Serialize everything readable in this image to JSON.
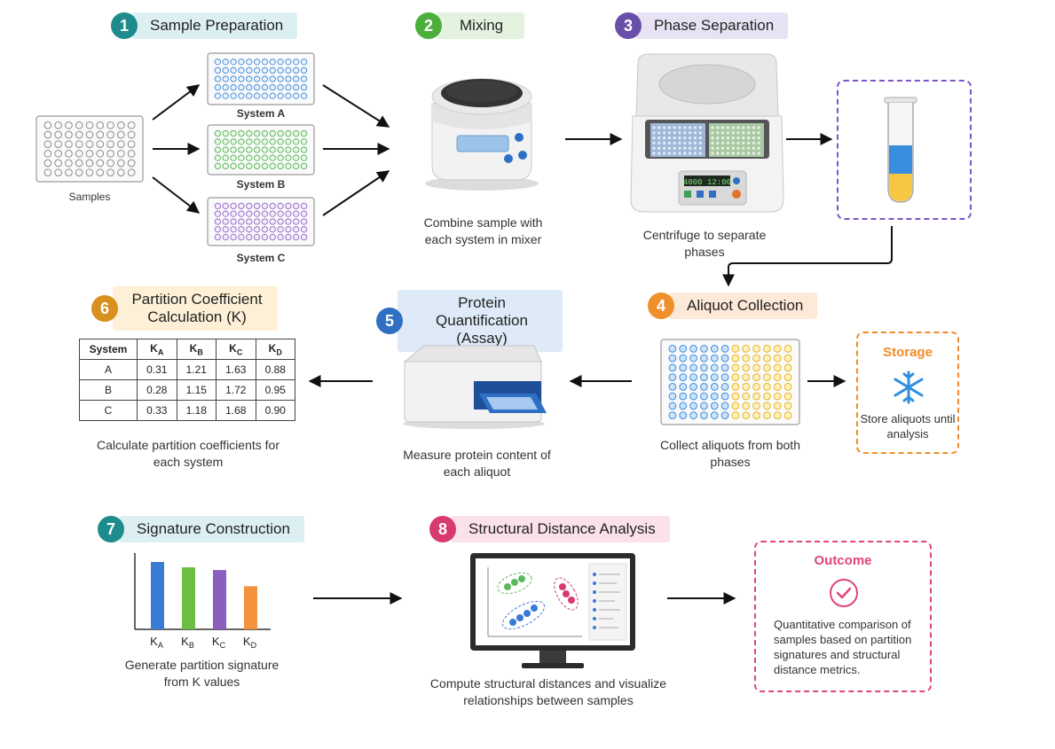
{
  "steps": [
    {
      "num": "1",
      "title": "Sample Preparation",
      "badge_color": "#1e8c8c",
      "pill_color": "#dcf0f3"
    },
    {
      "num": "2",
      "title": "Mixing",
      "badge_color": "#4caf3c",
      "pill_color": "#e3f3df"
    },
    {
      "num": "3",
      "title": "Phase Separation",
      "badge_color": "#6a4fa8",
      "pill_color": "#e8e3f4"
    },
    {
      "num": "4",
      "title": "Aliquot Collection",
      "badge_color": "#f0902a",
      "pill_color": "#fde9d8"
    },
    {
      "num": "5",
      "title": "Protein Quantification (Assay)",
      "badge_color": "#2f6fc4",
      "pill_color": "#deeaf8"
    },
    {
      "num": "6",
      "title": "Partition Coefficient Calculation (K)",
      "badge_color": "#d8901e",
      "pill_color": "#fdf0d6"
    },
    {
      "num": "7",
      "title": "Signature Construction",
      "badge_color": "#1e8c8c",
      "pill_color": "#dcf0f3"
    },
    {
      "num": "8",
      "title": "Structural Distance Analysis",
      "badge_color": "#d83a6e",
      "pill_color": "#fbe1ea"
    }
  ],
  "labels": {
    "samples": "Samples",
    "system_a": "System A",
    "system_b": "System B",
    "system_c": "System C"
  },
  "captions": {
    "mixing": "Combine sample with each system in mixer",
    "centrifuge": "Centrifuge to separate phases",
    "aliquot": "Collect aliquots from both phases",
    "assay": "Measure protein content of each aliquot",
    "partition": "Calculate partition coefficients for each system",
    "signature": "Generate partition signature from K values",
    "distance": "Compute structural distances and visualize relationships between samples"
  },
  "centrifuge_display": "4000 12:00",
  "storage": {
    "title": "Storage",
    "text": "Store aliquots until analysis",
    "icon": "snowflake-icon",
    "color": "#f28c28"
  },
  "outcome": {
    "title": "Outcome",
    "text": "Quantitative comparison of samples based on partition signatures and structural distance metrics.",
    "icon": "check-circle-icon",
    "color": "#e0457b"
  },
  "k_table": {
    "headers": [
      "System",
      "KA",
      "KB",
      "KC",
      "KD"
    ],
    "rows": [
      [
        "A",
        "0.31",
        "1.21",
        "1.63",
        "0.88"
      ],
      [
        "B",
        "0.28",
        "1.15",
        "1.72",
        "0.95"
      ],
      [
        "C",
        "0.33",
        "1.18",
        "1.68",
        "0.90"
      ]
    ]
  },
  "chart_data": {
    "type": "bar",
    "categories": [
      "KA",
      "KB",
      "KC",
      "KD"
    ],
    "values": [
      1.0,
      0.92,
      0.88,
      0.64
    ],
    "colors": [
      "#3a7bd5",
      "#6cbd45",
      "#8a5fc0",
      "#f5923e"
    ],
    "title": "",
    "xlabel": "",
    "ylabel": ""
  },
  "colors": {
    "system_a": "#4a90d9",
    "system_b": "#5cb85c",
    "system_c": "#9b6fcf",
    "aqueous_top": "#3a8ee0",
    "aqueous_bottom": "#f7c744"
  }
}
